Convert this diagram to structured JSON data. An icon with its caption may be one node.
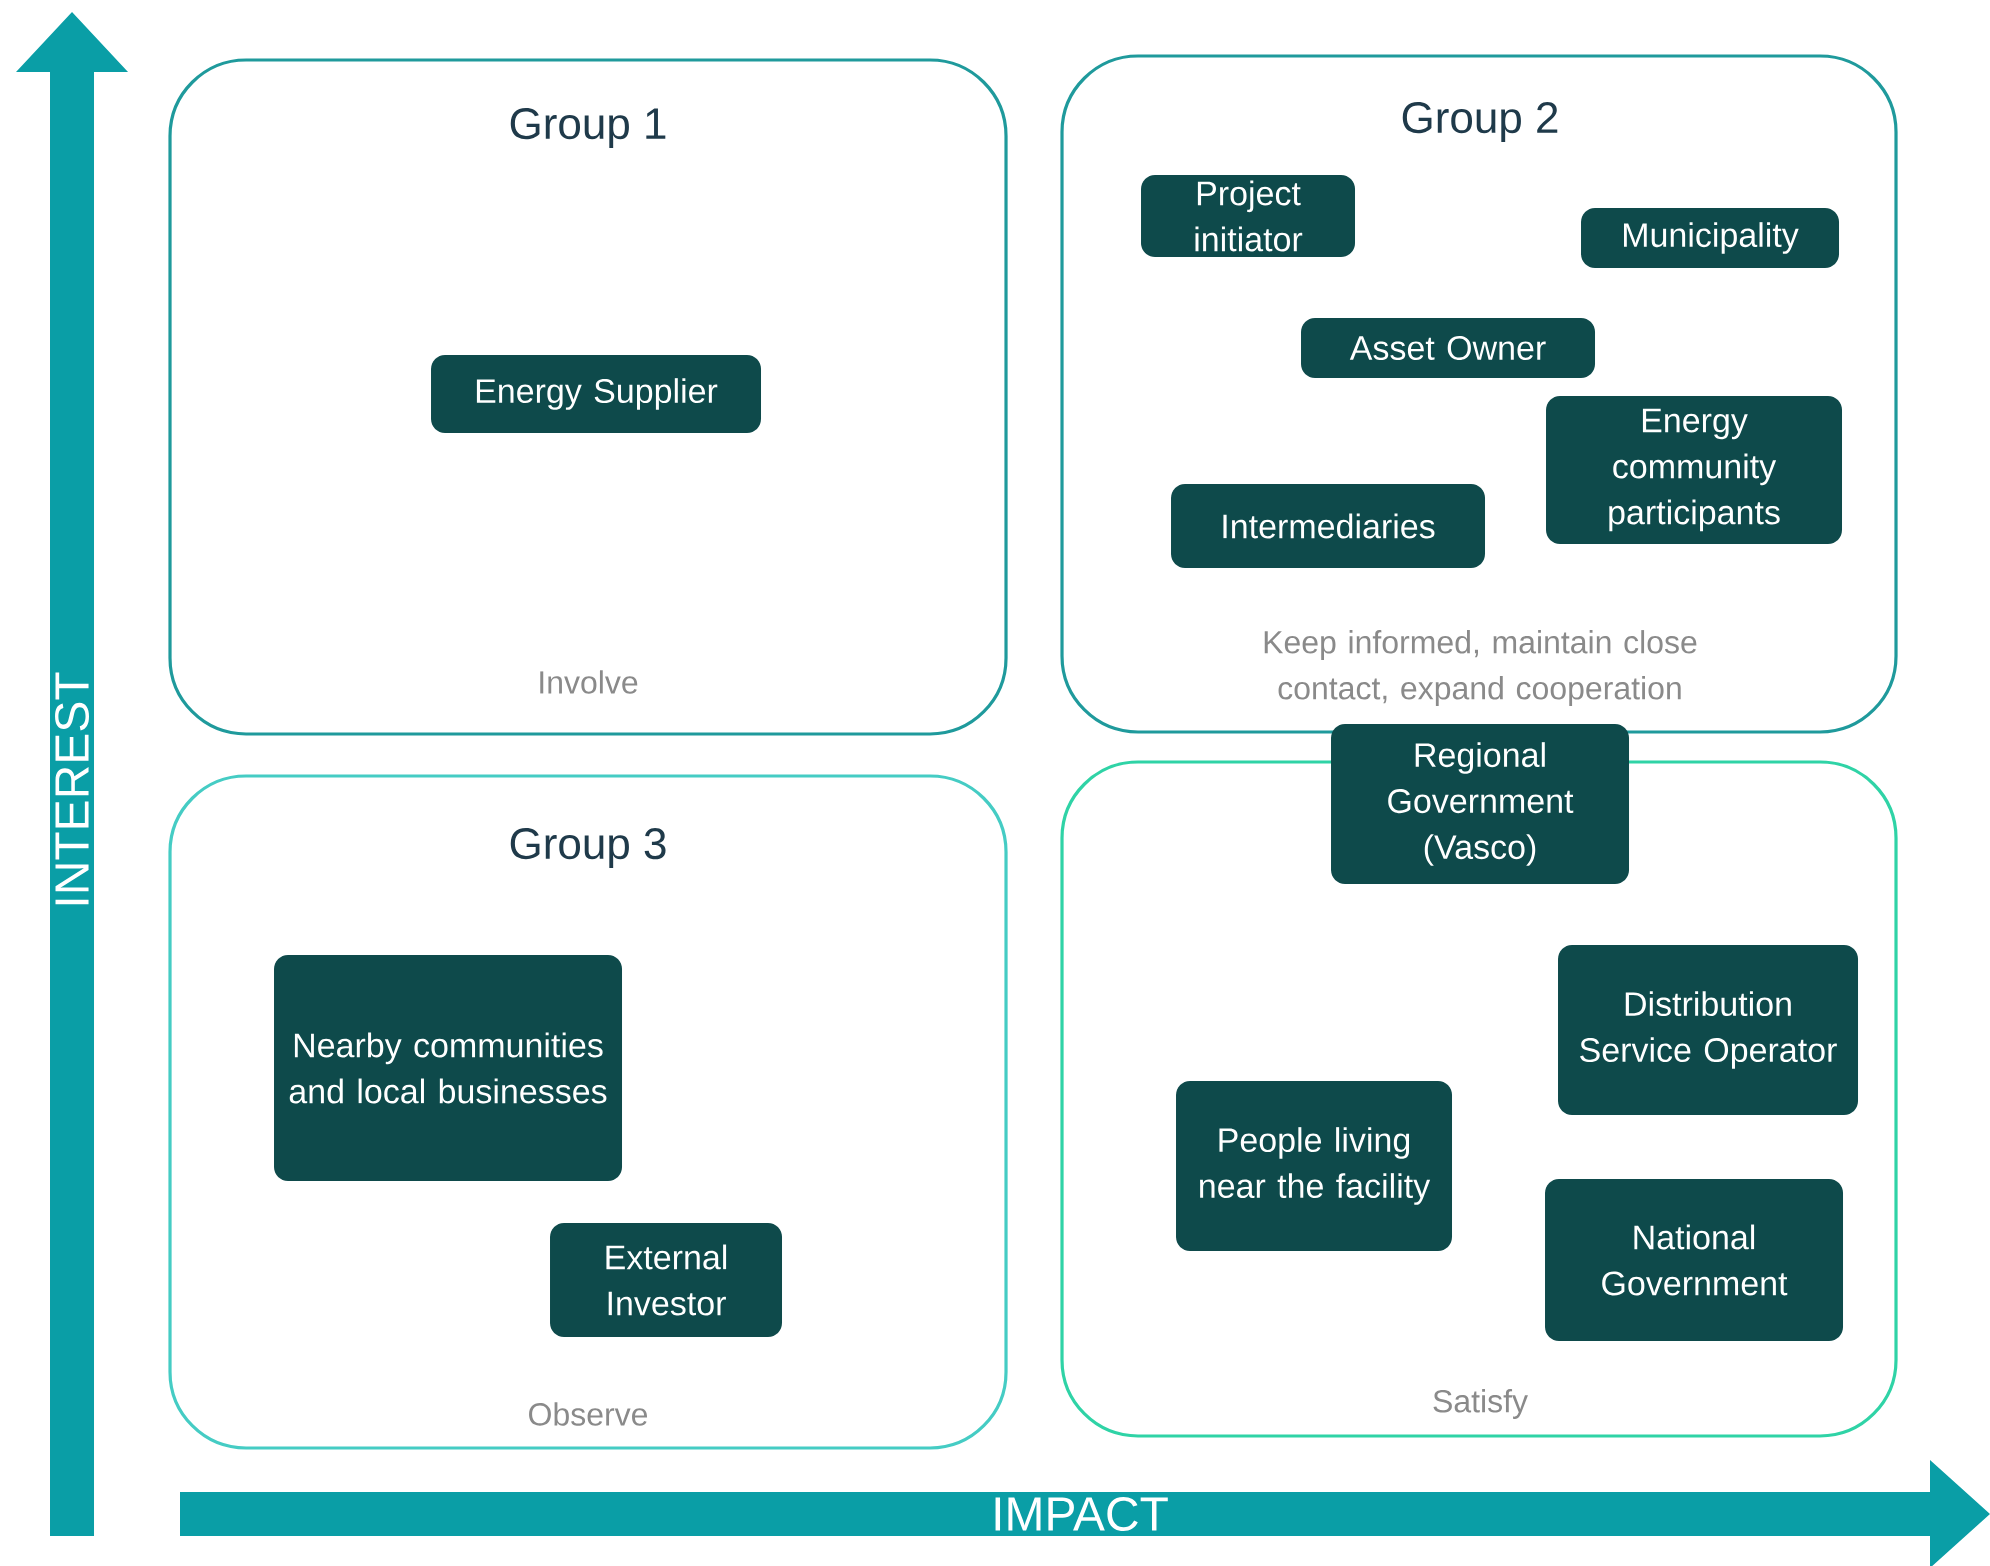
{
  "diagram": {
    "nodes": [
      {
        "text": [
          "Group 1",
          "Involve"
        ]
      },
      {
        "text": [
          "Energy Supplier"
        ],
        "in": 0
      },
      {
        "text": [
          "Group 2",
          "Keep informed, maintain close contact, expand cooperation"
        ]
      },
      {
        "text": [
          "Project initiator"
        ],
        "in": 2
      },
      {
        "text": [
          "Municipality"
        ],
        "in": 2
      },
      {
        "text": [
          "Asset Owner"
        ],
        "in": 2
      },
      {
        "text": [
          "Energy community participants"
        ],
        "in": 2
      },
      {
        "text": [
          "Intermediaries"
        ],
        "in": 2
      },
      {
        "text": [
          "Group 3",
          "Observe"
        ]
      },
      {
        "text": [
          "Nearby communities and local businesses"
        ],
        "in": 8
      },
      {
        "text": [
          "External Investor"
        ],
        "in": 8
      },
      {
        "text": [
          "Satisfy"
        ]
      },
      {
        "text": [
          "Regional Government (Vasco)"
        ]
      },
      {
        "text": [
          "Distribution Service Operator"
        ],
        "in": 11
      },
      {
        "text": [
          "People living near the facility"
        ],
        "in": 11
      },
      {
        "text": [
          "National Government"
        ],
        "in": 11
      }
    ],
    "labels": [
      "INTEREST",
      "IMPACT"
    ]
  }
}
